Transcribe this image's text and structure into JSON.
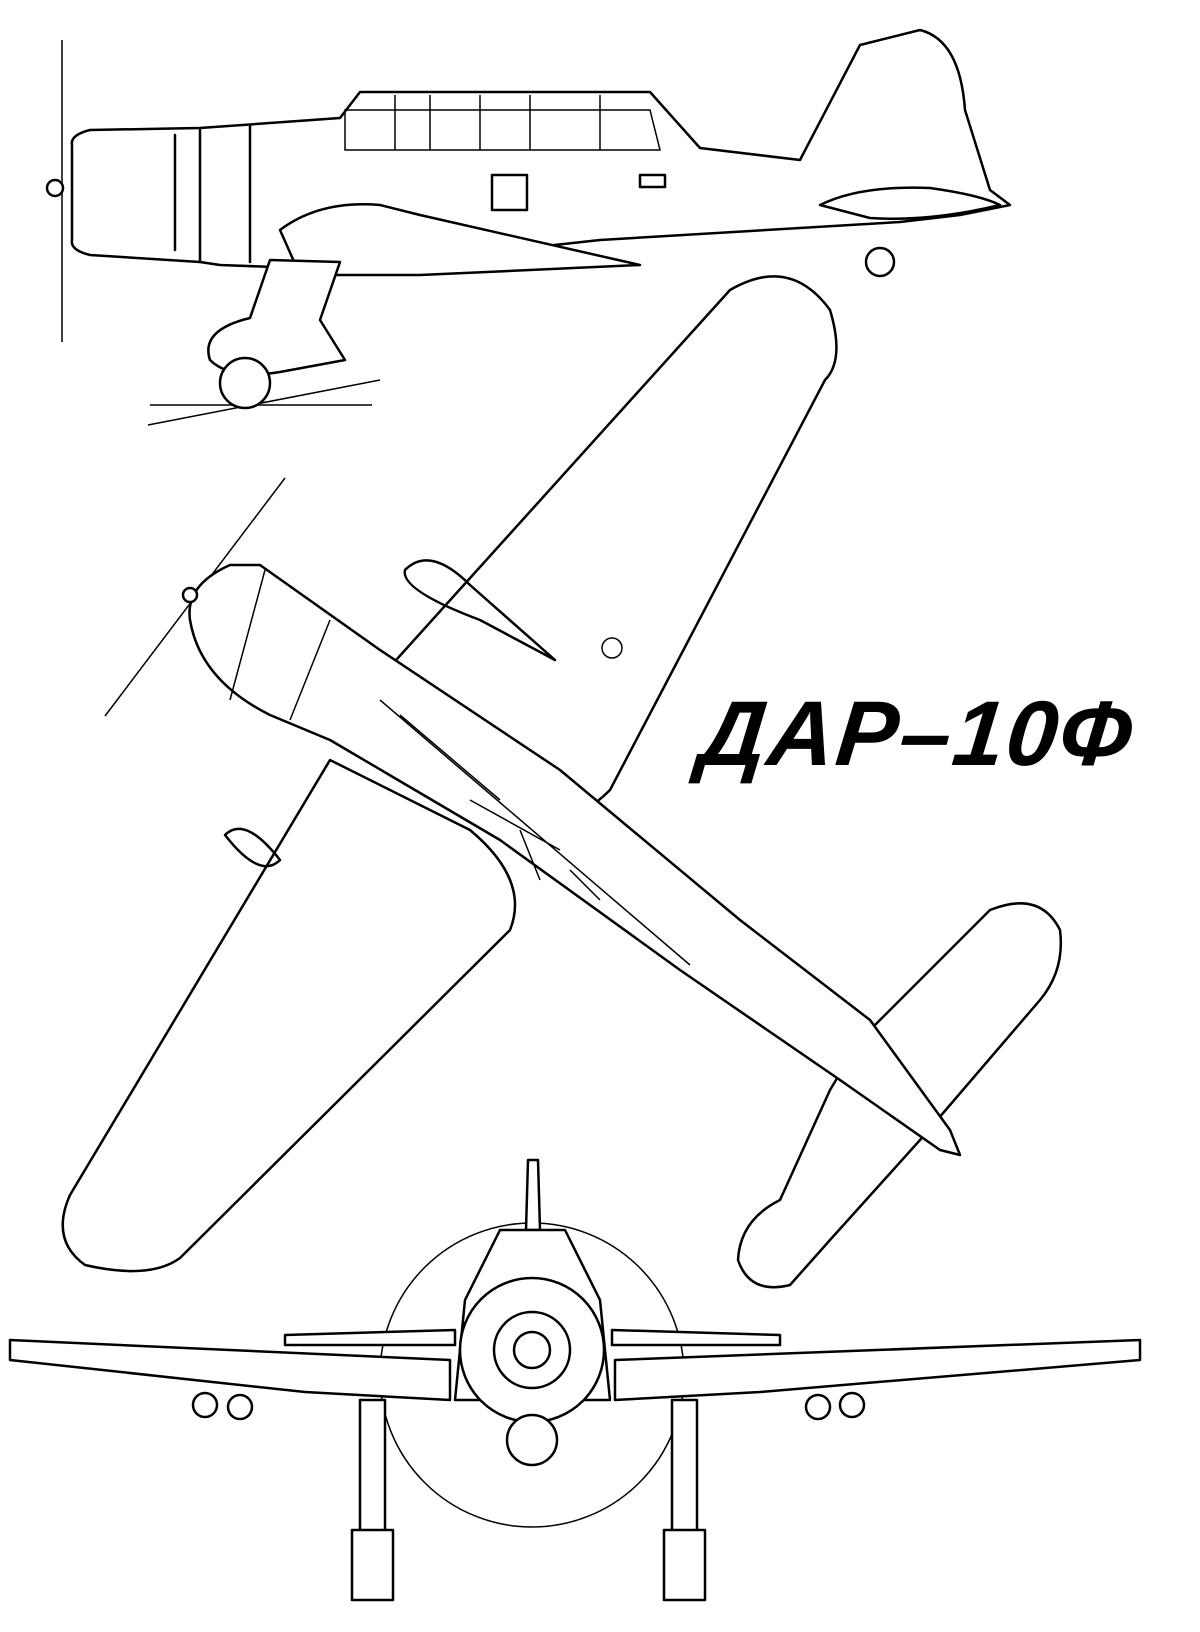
{
  "title": "ДАР–10Ф",
  "views": [
    "side-view",
    "top-view",
    "front-view"
  ]
}
